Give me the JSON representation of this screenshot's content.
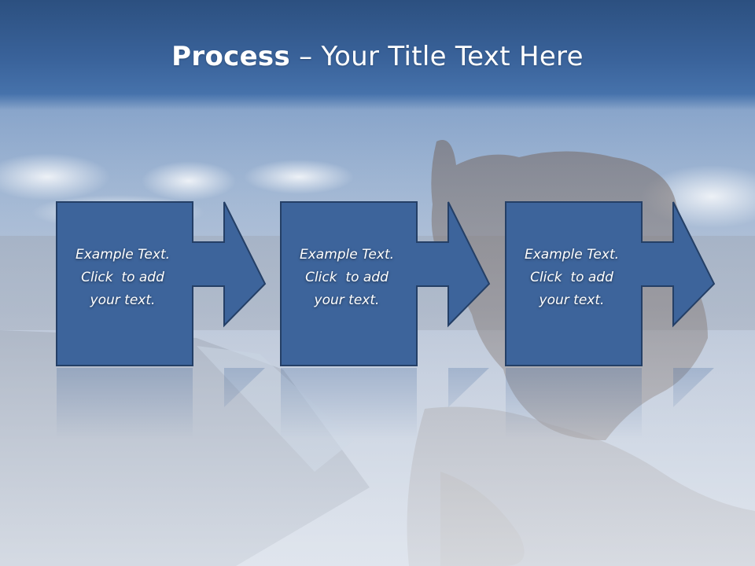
{
  "slide": {
    "title_bold": "Process",
    "title_dash": " – ",
    "title_rest": "Your Title Text Here"
  },
  "steps": [
    {
      "line1": "Example Text.",
      "line2": "Click  to add",
      "line3": "your text."
    },
    {
      "line1": "Example Text.",
      "line2": "Click  to add",
      "line3": "your text."
    },
    {
      "line1": "Example Text.",
      "line2": "Click  to add",
      "line3": "your text."
    }
  ],
  "colors": {
    "box_fill": "#3d649b",
    "box_border": "#243f66",
    "title_band": "#3a639b"
  }
}
